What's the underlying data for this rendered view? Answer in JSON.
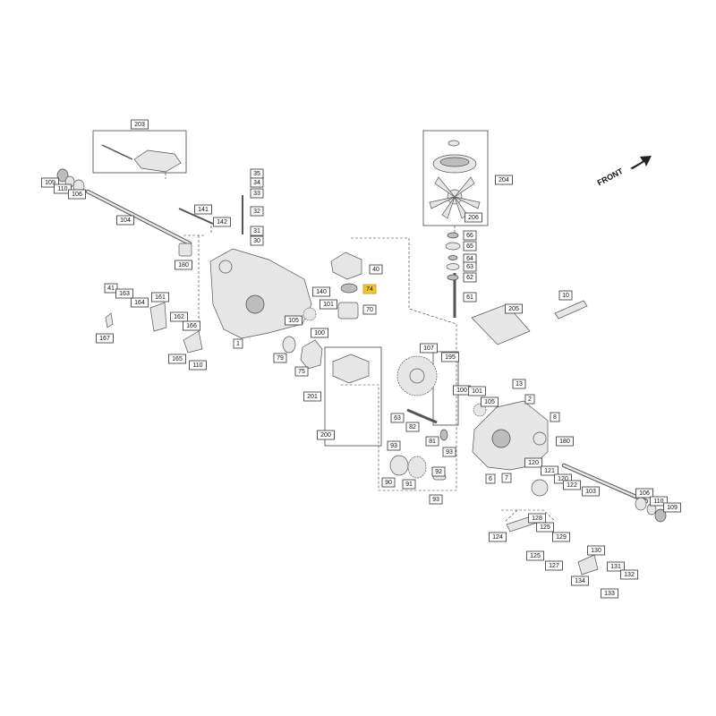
{
  "diagram": {
    "direction_label": "FRONT",
    "highlight_color": "#f4c430",
    "callouts": [
      {
        "id": "203",
        "text": "203"
      },
      {
        "id": "109a",
        "text": "109"
      },
      {
        "id": "110a",
        "text": "110"
      },
      {
        "id": "106a",
        "text": "106"
      },
      {
        "id": "104",
        "text": "104"
      },
      {
        "id": "141",
        "text": "141"
      },
      {
        "id": "142",
        "text": "142"
      },
      {
        "id": "180a",
        "text": "180"
      },
      {
        "id": "35",
        "text": "35"
      },
      {
        "id": "34",
        "text": "34"
      },
      {
        "id": "33",
        "text": "33"
      },
      {
        "id": "32",
        "text": "32"
      },
      {
        "id": "31",
        "text": "31"
      },
      {
        "id": "30",
        "text": "30"
      },
      {
        "id": "41",
        "text": "41"
      },
      {
        "id": "163",
        "text": "163"
      },
      {
        "id": "161",
        "text": "161"
      },
      {
        "id": "164",
        "text": "164"
      },
      {
        "id": "162",
        "text": "162"
      },
      {
        "id": "166",
        "text": "166"
      },
      {
        "id": "167",
        "text": "167"
      },
      {
        "id": "165",
        "text": "165"
      },
      {
        "id": "110b",
        "text": "110"
      },
      {
        "id": "1",
        "text": "1"
      },
      {
        "id": "40",
        "text": "40"
      },
      {
        "id": "74",
        "text": "74",
        "highlight": true
      },
      {
        "id": "140",
        "text": "140"
      },
      {
        "id": "101a",
        "text": "101"
      },
      {
        "id": "70",
        "text": "70"
      },
      {
        "id": "105a",
        "text": "105"
      },
      {
        "id": "100a",
        "text": "100"
      },
      {
        "id": "79",
        "text": "79"
      },
      {
        "id": "75",
        "text": "75"
      },
      {
        "id": "204",
        "text": "204"
      },
      {
        "id": "206",
        "text": "206"
      },
      {
        "id": "66",
        "text": "66"
      },
      {
        "id": "65",
        "text": "65"
      },
      {
        "id": "64",
        "text": "64"
      },
      {
        "id": "63",
        "text": "63"
      },
      {
        "id": "62",
        "text": "62"
      },
      {
        "id": "61",
        "text": "61"
      },
      {
        "id": "205",
        "text": "205"
      },
      {
        "id": "10",
        "text": "10"
      },
      {
        "id": "107",
        "text": "107"
      },
      {
        "id": "195",
        "text": "195"
      },
      {
        "id": "100b",
        "text": "100"
      },
      {
        "id": "101b",
        "text": "101"
      },
      {
        "id": "105b",
        "text": "105"
      },
      {
        "id": "201",
        "text": "201"
      },
      {
        "id": "200",
        "text": "200"
      },
      {
        "id": "63b",
        "text": "63"
      },
      {
        "id": "82",
        "text": "82"
      },
      {
        "id": "81",
        "text": "81"
      },
      {
        "id": "93a",
        "text": "93"
      },
      {
        "id": "93b",
        "text": "93"
      },
      {
        "id": "90",
        "text": "90"
      },
      {
        "id": "91",
        "text": "91"
      },
      {
        "id": "92",
        "text": "92"
      },
      {
        "id": "93c",
        "text": "93"
      },
      {
        "id": "13",
        "text": "13"
      },
      {
        "id": "2",
        "text": "2"
      },
      {
        "id": "8",
        "text": "8"
      },
      {
        "id": "180b",
        "text": "180"
      },
      {
        "id": "120a",
        "text": "120"
      },
      {
        "id": "121",
        "text": "121"
      },
      {
        "id": "6",
        "text": "6"
      },
      {
        "id": "7",
        "text": "7"
      },
      {
        "id": "120b",
        "text": "120"
      },
      {
        "id": "122",
        "text": "122"
      },
      {
        "id": "103",
        "text": "103"
      },
      {
        "id": "106b",
        "text": "106"
      },
      {
        "id": "110c",
        "text": "110"
      },
      {
        "id": "109b",
        "text": "109"
      },
      {
        "id": "128",
        "text": "128"
      },
      {
        "id": "125a",
        "text": "125"
      },
      {
        "id": "124",
        "text": "124"
      },
      {
        "id": "129",
        "text": "129"
      },
      {
        "id": "125b",
        "text": "125"
      },
      {
        "id": "127",
        "text": "127"
      },
      {
        "id": "130",
        "text": "130"
      },
      {
        "id": "131",
        "text": "131"
      },
      {
        "id": "132",
        "text": "132"
      },
      {
        "id": "134",
        "text": "134"
      },
      {
        "id": "133",
        "text": "133"
      }
    ]
  }
}
